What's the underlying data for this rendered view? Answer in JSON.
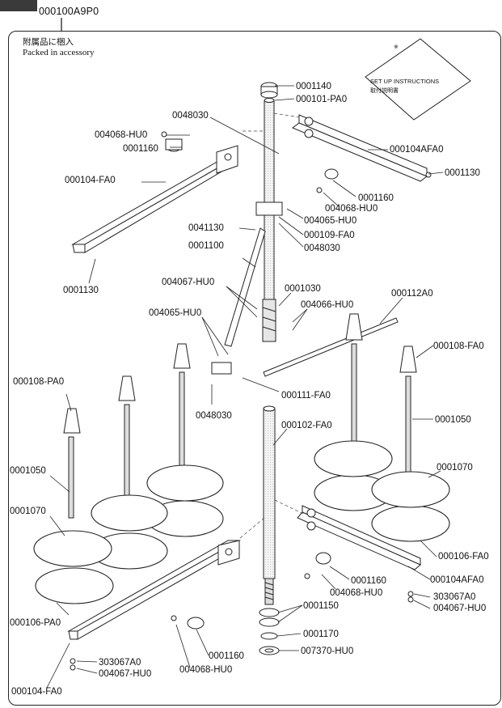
{
  "assembly_code": "000100A9P0",
  "accessory_note": {
    "ja": "附属品に梱入",
    "en": "Packed in accessory"
  },
  "instructions_sheet": {
    "mark": "※",
    "title": "SET UP INSTRUCTIONS",
    "title_ja": "取付説明書"
  },
  "labels": {
    "p0001140": "0001140",
    "p000101": "000101-PA0",
    "p0048030_top": "0048030",
    "p004068_tl": "004068-HU0",
    "p0001160_tl": "0001160",
    "p000104_fa0_top": "000104-FA0",
    "p0001130_left": "0001130",
    "p000104afa0_top": "000104AFA0",
    "p0001130_right": "0001130",
    "p0001160_tr": "0001160",
    "p004068_tr": "004068-HU0",
    "p0041130": "0041130",
    "p004065_mid": "004065-HU0",
    "p000109": "000109-FA0",
    "p0048030_mid": "0048030",
    "p0001100": "0001100",
    "p004067_mid": "004067-HU0",
    "p0001030": "0001030",
    "p004066": "004066-HU0",
    "p000112": "000112A0",
    "p004065_left": "004065-HU0",
    "p000108_right": "000108-FA0",
    "p000111": "000111-FA0",
    "p0048030_low": "0048030",
    "p000108_left": "000108-PA0",
    "p0001050_left": "0001050",
    "p000102": "000102-FA0",
    "p0001050_right": "0001050",
    "p0001070_right": "0001070",
    "p0001070_left": "0001070",
    "p000106_fa0": "000106-FA0",
    "p000104afa0_low": "000104AFA0",
    "p303067_right": "303067A0",
    "p004067_right": "004067-HU0",
    "p0001160_rb": "0001160",
    "p004068_rb": "004068-HU0",
    "p0001150": "0001150",
    "p0001170": "0001170",
    "p007370": "007370-HU0",
    "p000106_pa0": "000106-PA0",
    "p0001160_bot": "0001160",
    "p004068_bot": "004068-HU0",
    "p303067_left": "303067A0",
    "p004067_left": "004067-HU0",
    "p000104_fa0_bot": "000104-FA0"
  }
}
